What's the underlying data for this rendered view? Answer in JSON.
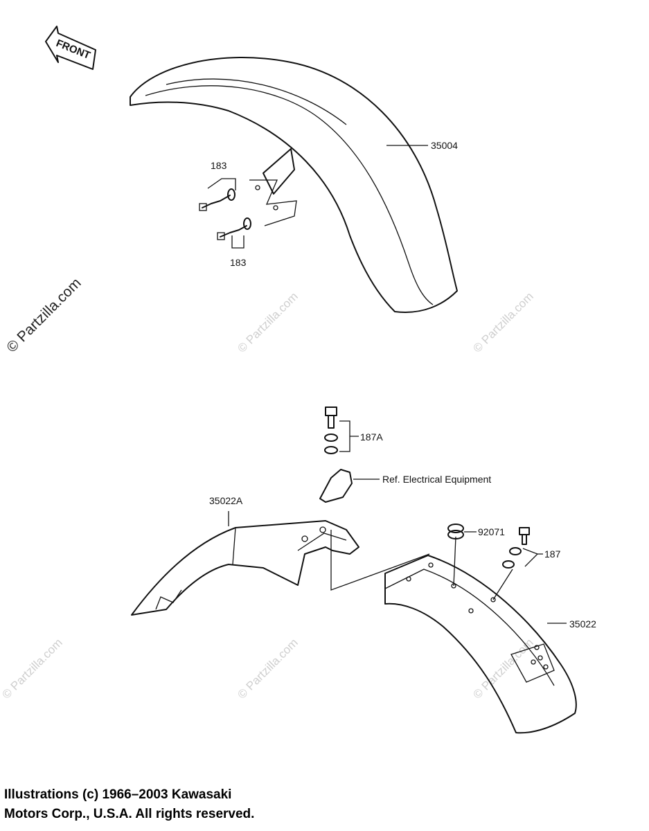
{
  "front_arrow": {
    "label": "FRONT"
  },
  "parts": [
    {
      "id": "p35004",
      "number": "35004"
    },
    {
      "id": "p183a",
      "number": "183"
    },
    {
      "id": "p183b",
      "number": "183"
    },
    {
      "id": "p187A",
      "number": "187A"
    },
    {
      "id": "pRef",
      "number": "Ref. Electrical Equipment"
    },
    {
      "id": "p35022A",
      "number": "35022A"
    },
    {
      "id": "p92071",
      "number": "92071"
    },
    {
      "id": "p187",
      "number": "187"
    },
    {
      "id": "p35022",
      "number": "35022"
    }
  ],
  "watermark": {
    "text": "© Partzilla.com"
  },
  "copyright": {
    "line1": "Illustrations (c) 1966–2003 Kawasaki",
    "line2": "Motors Corp., U.S.A.  All rights reserved."
  }
}
